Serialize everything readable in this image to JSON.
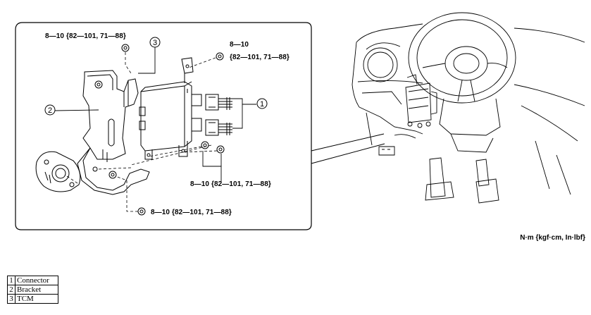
{
  "diagram": {
    "torque_labels": {
      "top_left": "8—10 {82—101, 71—88}",
      "top_right_line1": "8—10",
      "top_right_line2": "{82—101, 71—88}",
      "lower_right": "8—10 {82—101, 71—88}",
      "bottom": "8—10 {82—101, 71—88}"
    },
    "callouts": {
      "connector": "1",
      "bracket": "2",
      "tcm": "3"
    },
    "unit_note": "N·m {kgf·cm, In·lbf}"
  },
  "legend": [
    {
      "num": "1",
      "label": "Connector"
    },
    {
      "num": "2",
      "label": "Bracket"
    },
    {
      "num": "3",
      "label": "TCM"
    }
  ]
}
